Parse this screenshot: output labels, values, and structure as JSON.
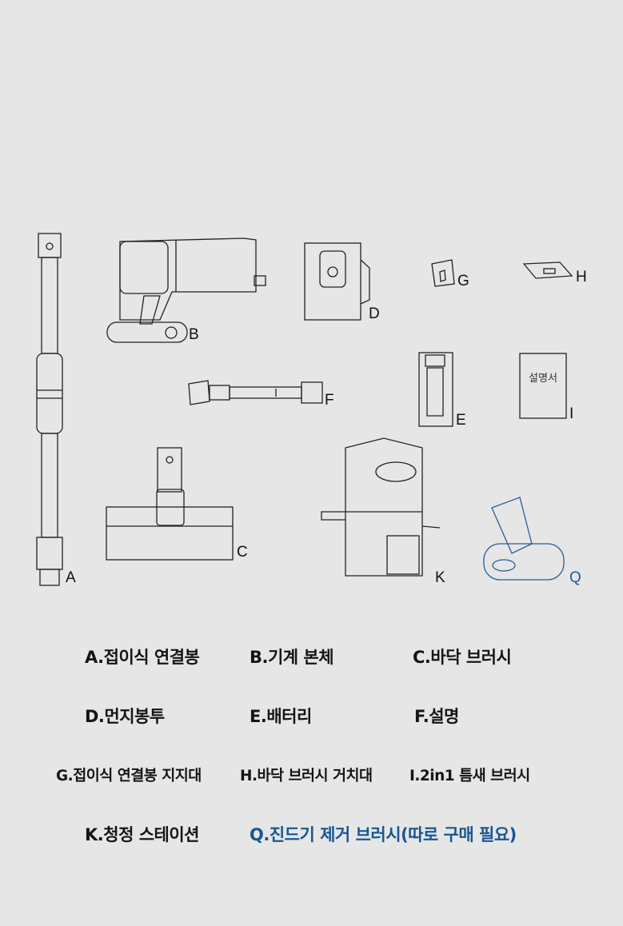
{
  "part_letters": {
    "a": "A",
    "b": "B",
    "c": "C",
    "d": "D",
    "e": "E",
    "f": "F",
    "g": "G",
    "h": "H",
    "i": "I",
    "k": "K",
    "q": "Q"
  },
  "manual_label": "설명서",
  "captions": {
    "a": "A.접이식 연결봉",
    "b": "B.기계 본체",
    "c": "C.바닥 브러시",
    "d": "D.먼지봉투",
    "e": "E.배터리",
    "f": "F.설명",
    "g": "G.접이식 연결봉 지지대",
    "h": "H.바닥 브러시 거치대",
    "i": "I.2in1 틈새 브러시",
    "k": "K.청정 스테이션",
    "q": "Q.진드기 제거 브러시(따로 구매 필요)"
  },
  "colors": {
    "background": "#e6e6e6",
    "line": "#222222",
    "accent": "#1a5593"
  }
}
